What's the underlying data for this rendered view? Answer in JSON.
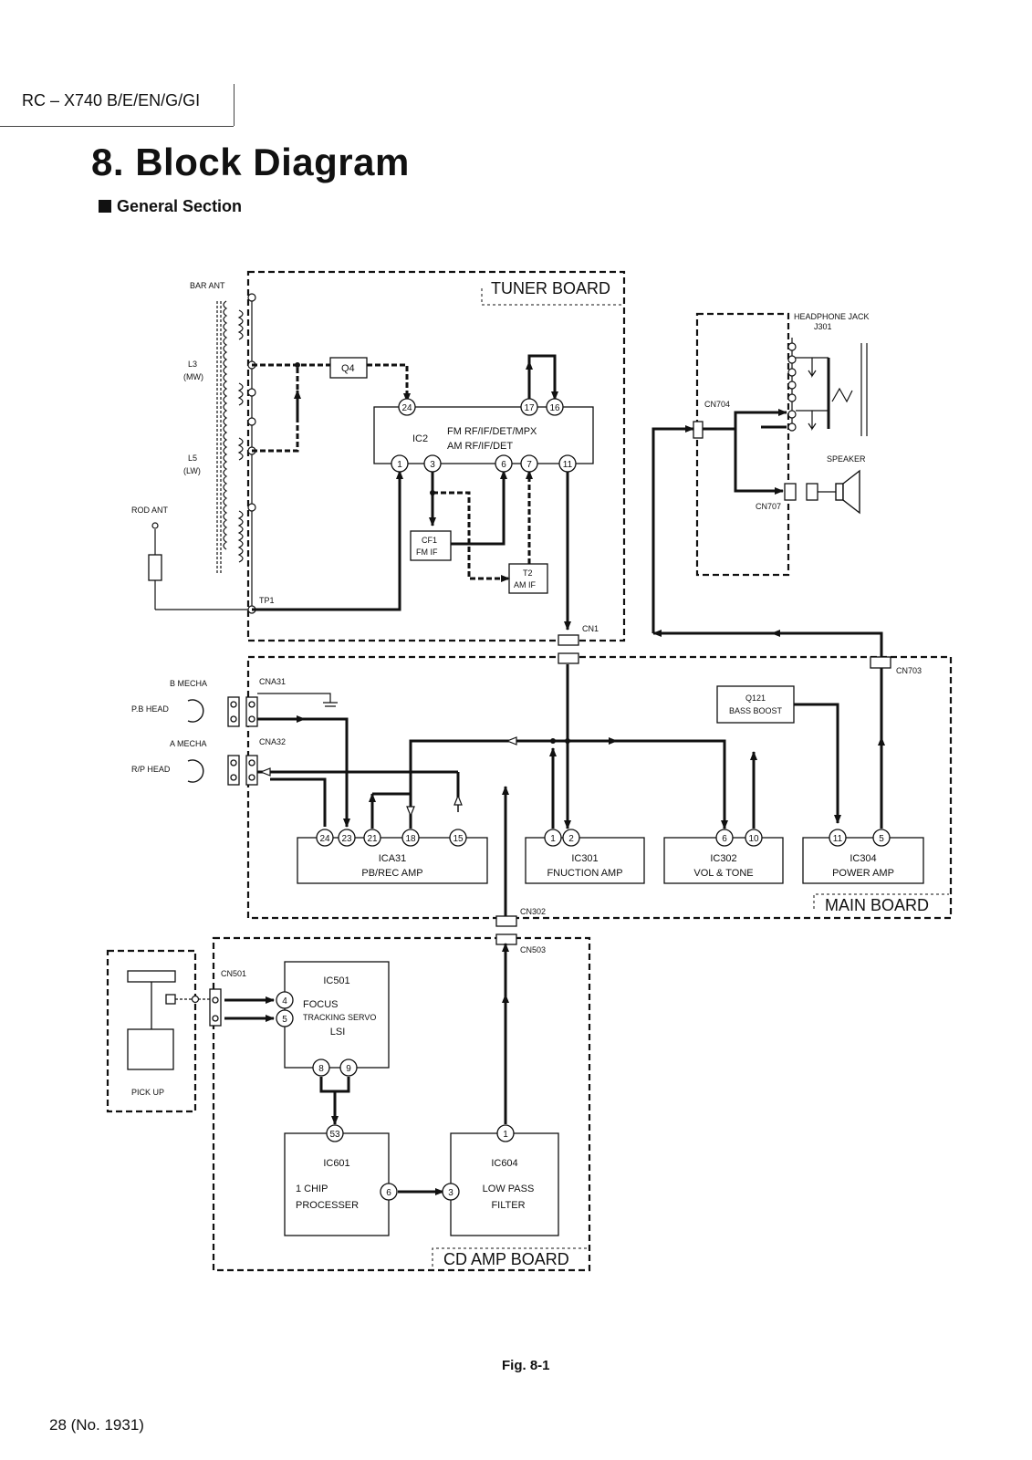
{
  "header": {
    "model": "RC – X740 B/E/EN/G/GI"
  },
  "title": "8. Block Diagram",
  "section": "General Section",
  "figure_caption": "Fig. 8-1",
  "page_number": "28  (No. 1931)",
  "diagram": {
    "boards": {
      "tuner": "TUNER BOARD",
      "main": "MAIN BOARD",
      "cd_amp": "CD AMP BOARD"
    },
    "blocks": {
      "q4": "Q4",
      "ic2_name": "IC2",
      "ic2_line1": "FM RF/IF/DET/MPX",
      "ic2_line2": "AM RF/IF/DET",
      "cf1_line1": "CF1",
      "cf1_line2": "FM IF",
      "t2_line1": "T2",
      "t2_line2": "AM IF",
      "q121_line1": "Q121",
      "q121_line2": "BASS BOOST",
      "ica31_line1": "ICA31",
      "ica31_line2": "PB/REC AMP",
      "ic301_line1": "IC301",
      "ic301_line2": "FNUCTION AMP",
      "ic302_line1": "IC302",
      "ic302_line2": "VOL & TONE",
      "ic304_line1": "IC304",
      "ic304_line2": "POWER AMP",
      "ic501_line1": "IC501",
      "ic501_line2": "FOCUS",
      "ic501_line3": "TRACKING SERVO",
      "ic501_line4": "LSI",
      "ic601_line1": "IC601",
      "ic601_line2": "1 CHIP",
      "ic601_line3": "PROCESSER",
      "ic604_line1": "IC604",
      "ic604_line2": "LOW PASS",
      "ic604_line3": "FILTER"
    },
    "labels": {
      "bar_ant": "BAR ANT",
      "l3": "L3",
      "mw": "(MW)",
      "l5": "L5",
      "lw": "(LW)",
      "rod_ant": "ROD ANT",
      "tp1": "TP1",
      "cn1": "CN1",
      "headphone_jack": "HEADPHONE JACK",
      "j301": "J301",
      "cn704": "CN704",
      "speaker": "SPEAKER",
      "cn707": "CN707",
      "cn703": "CN703",
      "b_mecha": "B MECHA",
      "pb_head": "P.B HEAD",
      "a_mecha": "A MECHA",
      "rp_head": "R/P HEAD",
      "cna31": "CNA31",
      "cna32": "CNA32",
      "cn302": "CN302",
      "cn503": "CN503",
      "cn501": "CN501",
      "pick_up": "PICK UP"
    },
    "pins": {
      "ic2": [
        "24",
        "17",
        "16",
        "1",
        "3",
        "6",
        "7",
        "11"
      ],
      "ica31": [
        "24",
        "23",
        "21",
        "18",
        "15"
      ],
      "ic301": [
        "1",
        "2"
      ],
      "ic302": [
        "6",
        "10"
      ],
      "ic304": [
        "11",
        "5"
      ],
      "ic501": [
        "4",
        "5",
        "8",
        "9"
      ],
      "ic601": [
        "53",
        "6"
      ],
      "ic604": [
        "1",
        "3"
      ]
    }
  }
}
